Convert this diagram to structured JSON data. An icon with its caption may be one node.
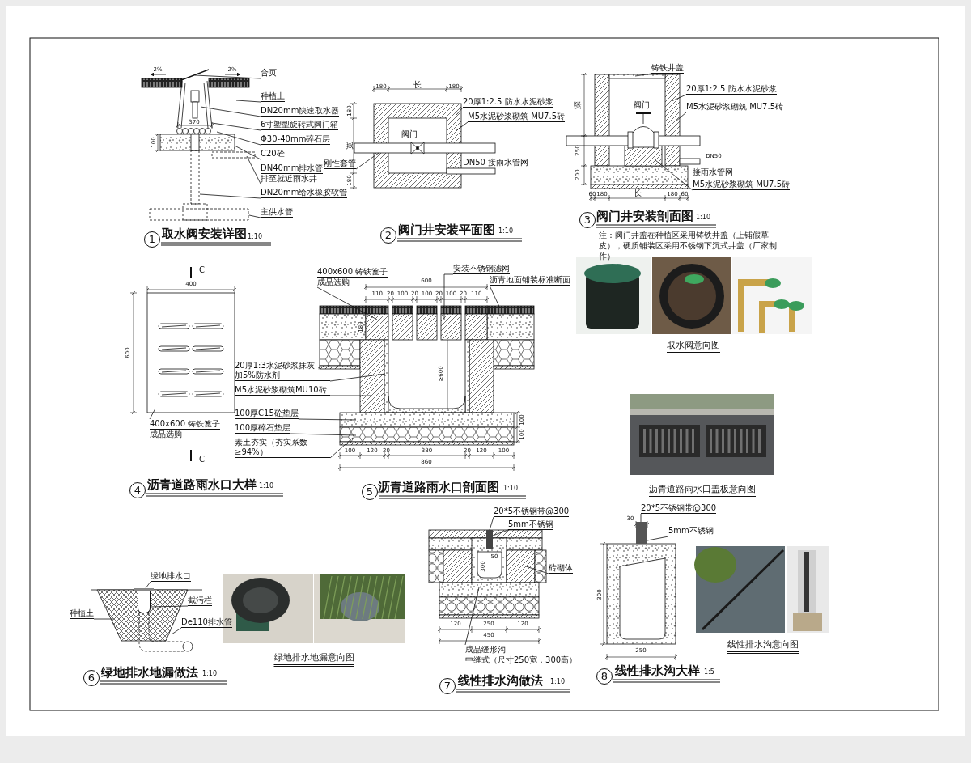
{
  "diagram": {
    "nodes": [
      {
        "text": [
          "合页"
        ]
      },
      {
        "text": [
          "种植土"
        ]
      },
      {
        "text": [
          "DN20mm快速取水器"
        ]
      },
      {
        "text": [
          "6寸塑型旋转式阀门箱"
        ]
      },
      {
        "text": [
          "Φ30-40mm碎石层"
        ]
      },
      {
        "text": [
          "C20砼"
        ]
      },
      {
        "text": [
          "DN40mm排水管",
          "排至就近雨水井"
        ]
      },
      {
        "text": [
          "DN20mm给水橡胶软管"
        ]
      },
      {
        "text": [
          "主供水管"
        ]
      },
      {
        "text": [
          "20厚1:2.5 防水水泥砂浆"
        ]
      },
      {
        "text": [
          "M5水泥砂浆砌筑 MU7.5砖"
        ]
      },
      {
        "text": [
          "刚性套管"
        ]
      },
      {
        "text": [
          "铸铁井盖"
        ]
      },
      {
        "text": [
          "20厚1:2.5 防水水泥砂浆"
        ]
      },
      {
        "text": [
          "M5水泥砂浆砌筑 MU7.5砖"
        ]
      },
      {
        "text": [
          "M5水泥砂浆砌筑 MU7.5砖"
        ]
      },
      {
        "text": [
          "400x600 铸铁篦子",
          "成品选购"
        ]
      },
      {
        "text": [
          "400x600 铸铁篦子",
          "成品选购"
        ]
      },
      {
        "text": [
          "安装不锈钢滤网"
        ]
      },
      {
        "text": [
          "沥青地面铺装标准断面"
        ]
      },
      {
        "text": [
          "20厚1:3水泥砂浆抹灰，加5%防水剂"
        ]
      },
      {
        "text": [
          "M5水泥砂浆砌筑MU10砖"
        ]
      },
      {
        "text": [
          "100厚C15砼垫层"
        ]
      },
      {
        "text": [
          "100厚碎石垫层"
        ]
      },
      {
        "text": [
          "素土夯实（夯实系数≥94%）"
        ]
      },
      {
        "text": [
          "绿地排水口"
        ]
      },
      {
        "text": [
          "截污栏"
        ]
      },
      {
        "text": [
          "种植土"
        ]
      },
      {
        "text": [
          "De110排水管"
        ]
      },
      {
        "text": [
          "20*5不锈钢带@300"
        ]
      },
      {
        "text": [
          "5mm不锈钢"
        ]
      },
      {
        "text": [
          "砖砌体"
        ]
      },
      {
        "text": [
          "成品缝形沟",
          "中缝式（尺寸250宽，300高）"
        ]
      },
      {
        "text": [
          "20*5不锈钢带@300"
        ]
      },
      {
        "text": [
          "5mm不锈钢"
        ]
      },
      {
        "text": [],
        "shape": "bar"
      },
      {
        "text": [],
        "shape": "bar"
      },
      {
        "text": [],
        "shape": "bar"
      },
      {
        "text": [],
        "shape": "box"
      }
    ],
    "edges": [
      {
        "from": 0,
        "to": null,
        "arrow": "none"
      },
      {
        "from": 1,
        "to": null,
        "arrow": "none"
      },
      {
        "from": 2,
        "to": null,
        "arrow": "none"
      },
      {
        "from": 3,
        "to": null,
        "arrow": "none"
      },
      {
        "from": 4,
        "to": null,
        "arrow": "none"
      },
      {
        "from": 5,
        "to": null,
        "arrow": "none"
      },
      {
        "from": 6,
        "to": null,
        "arrow": "none"
      },
      {
        "from": 7,
        "to": null,
        "arrow": "none"
      },
      {
        "from": 8,
        "to": null,
        "arrow": "none"
      },
      {
        "from": 9,
        "to": null,
        "arrow": "none"
      },
      {
        "from": 10,
        "to": null,
        "arrow": "none"
      },
      {
        "from": 11,
        "to": null,
        "arrow": "none"
      },
      {
        "from": 12,
        "to": null,
        "arrow": "none"
      },
      {
        "from": 13,
        "to": null,
        "arrow": "none"
      },
      {
        "from": 14,
        "to": null,
        "arrow": "none"
      },
      {
        "from": 15,
        "to": null,
        "arrow": "none"
      },
      {
        "from": 16,
        "to": null,
        "arrow": "none"
      },
      {
        "from": 17,
        "to": null,
        "arrow": "none"
      },
      {
        "from": 18,
        "to": null,
        "arrow": "none"
      },
      {
        "from": 19,
        "to": null,
        "arrow": "none"
      },
      {
        "from": 20,
        "to": null,
        "arrow": "none"
      },
      {
        "from": 21,
        "to": null,
        "arrow": "none"
      },
      {
        "from": 22,
        "to": null,
        "arrow": "none"
      },
      {
        "from": 23,
        "to": null,
        "arrow": "none"
      },
      {
        "from": 24,
        "to": null,
        "arrow": "none"
      },
      {
        "from": 25,
        "to": 37,
        "arrow": "none"
      },
      {
        "from": 26,
        "to": 38,
        "arrow": "none"
      },
      {
        "from": 27,
        "to": null,
        "arrow": "none"
      },
      {
        "from": 28,
        "to": null,
        "arrow": "none"
      },
      {
        "from": 29,
        "to": 35,
        "arrow": "none"
      },
      {
        "from": 30,
        "to": 35,
        "arrow": "none"
      },
      {
        "from": 31,
        "to": null,
        "arrow": "none"
      },
      {
        "from": 32,
        "to": null,
        "arrow": "none"
      },
      {
        "from": 33,
        "to": 36,
        "arrow": "none"
      },
      {
        "from": 34,
        "to": 36,
        "arrow": "none"
      }
    ],
    "labels": [
      "2%",
      "2%",
      "370",
      "100",
      "1",
      "取水阀安装详图",
      "1:10",
      "180",
      "长",
      "180",
      "180",
      "宽",
      "180",
      "阀门",
      "DN50 接雨水管网",
      "2",
      "阀门井安装平面图",
      "1:10",
      "深",
      "阀门",
      "250",
      "200",
      "DN50",
      "接雨水管网",
      "60",
      "180",
      "长",
      "180",
      "60",
      "3",
      "阀门井安装剖面图",
      "1:10",
      "注：阀门井盖在种植区采用铸铁井盖（上铺假草皮），硬质铺装区采用不锈钢下沉式井盖（厂家制作）",
      "取水阀意向图",
      "C",
      "400",
      "600",
      "C",
      "4",
      "沥青道路雨水口大样",
      "1:10",
      "600",
      "110",
      "20",
      "100",
      "20",
      "100",
      "20",
      "100",
      "20",
      "110",
      "180",
      "≥600",
      "100",
      "100",
      "100",
      "120",
      "20",
      "380",
      "20",
      "120",
      "100",
      "860",
      "5",
      "沥青道路雨水口剖面图",
      "1:10",
      "沥青道路雨水口盖板意向图",
      "6",
      "绿地排水地漏做法",
      "1:10",
      "绿地排水地漏意向图",
      "50",
      "300",
      "120",
      "250",
      "120",
      "450",
      "7",
      "线性排水沟做法",
      "1:10",
      "30",
      "300",
      "250",
      "8",
      "线性排水沟大样",
      "1:5",
      "线性排水沟意向图"
    ]
  }
}
